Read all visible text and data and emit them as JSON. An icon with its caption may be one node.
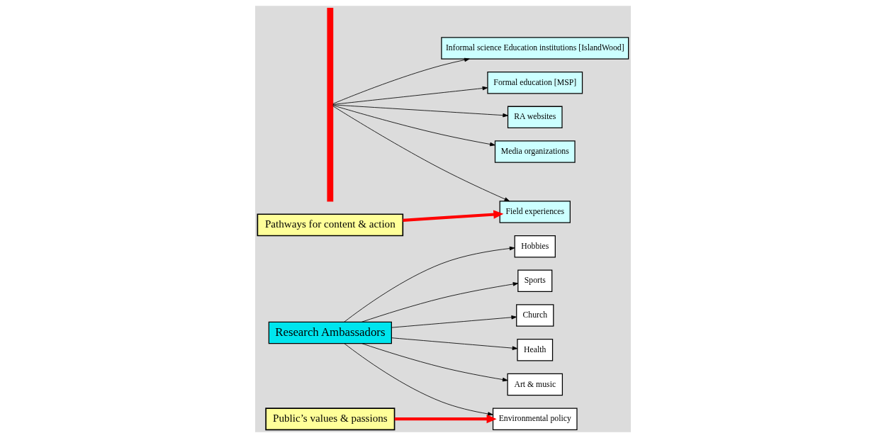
{
  "diagram": {
    "nodes": [
      {
        "text": [
          "Research Ambassadors"
        ]
      },
      {
        "text": [
          "Hobbies"
        ]
      },
      {
        "text": [
          "Sports"
        ]
      },
      {
        "text": [
          "Church"
        ]
      },
      {
        "text": [
          "Health"
        ]
      },
      {
        "text": [
          "Art & music"
        ]
      },
      {
        "text": [
          "Environmental policy"
        ]
      },
      {
        "text": [],
        "shape": "bar"
      },
      {
        "text": [
          "Informal science Education institutions [IslandWood]"
        ]
      },
      {
        "text": [
          "Formal education [MSP]"
        ]
      },
      {
        "text": [
          "RA websites"
        ]
      },
      {
        "text": [
          "Media organizations"
        ]
      },
      {
        "text": [
          "Field experiences"
        ]
      },
      {
        "text": [
          "Public’s values & passions"
        ]
      },
      {
        "text": [
          "Pathways for content & action"
        ]
      }
    ],
    "edges": [
      {
        "from": 0,
        "to": 1,
        "arrow": "to"
      },
      {
        "from": 0,
        "to": 2,
        "arrow": "to"
      },
      {
        "from": 0,
        "to": 3,
        "arrow": "to"
      },
      {
        "from": 0,
        "to": 4,
        "arrow": "to"
      },
      {
        "from": 0,
        "to": 5,
        "arrow": "to"
      },
      {
        "from": 0,
        "to": 6,
        "arrow": "to"
      },
      {
        "from": 7,
        "to": 8,
        "arrow": "to"
      },
      {
        "from": 7,
        "to": 9,
        "arrow": "to"
      },
      {
        "from": 7,
        "to": 10,
        "arrow": "to"
      },
      {
        "from": 7,
        "to": 11,
        "arrow": "to"
      },
      {
        "from": 7,
        "to": 12,
        "arrow": "to"
      },
      {
        "from": 13,
        "to": 6,
        "arrow": "to",
        "style": "thick",
        "color": "#ff0000"
      },
      {
        "from": 14,
        "to": 12,
        "arrow": "to",
        "style": "thick",
        "color": "#ff0000"
      }
    ]
  }
}
